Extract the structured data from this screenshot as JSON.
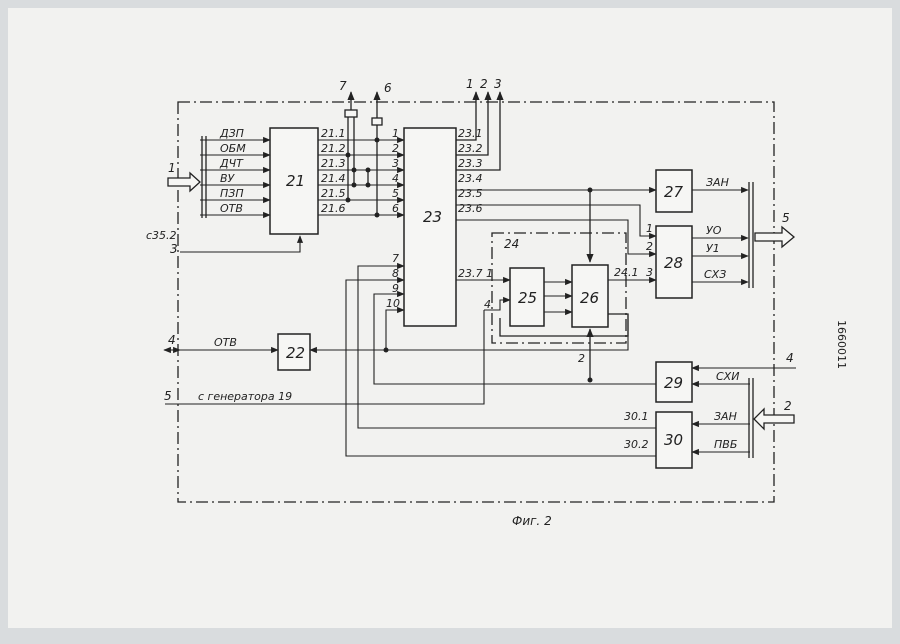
{
  "figure": {
    "caption": "Фиг. 2",
    "patent_number": "1660011"
  },
  "blocks": {
    "b21": "21",
    "b22": "22",
    "b23": "23",
    "b24": "24",
    "b25": "25",
    "b26": "26",
    "b27": "27",
    "b28": "28",
    "b29": "29",
    "b30": "30"
  },
  "block21_inputs": [
    "ДЗП",
    "ОБМ",
    "ДЧТ",
    "ВУ",
    "ПЗП",
    "ОТВ"
  ],
  "block21_outputs": [
    "21.1",
    "21.2",
    "21.3",
    "21.4",
    "21.5",
    "21.6"
  ],
  "block23_inputs": [
    "1",
    "2",
    "3",
    "4",
    "5",
    "6",
    "7",
    "8",
    "9",
    "10"
  ],
  "block23_outputs": [
    "23.1",
    "23.2",
    "23.3",
    "23.4",
    "23.5",
    "23.6",
    "23.7"
  ],
  "top_outputs": {
    "t7": "7",
    "t6": "6",
    "t1": "1",
    "t2": "2",
    "t3": "3"
  },
  "left_side": {
    "in1": "1",
    "c352": "с35.2",
    "in3": "3",
    "in4": "4",
    "otv": "ОТВ",
    "in5": "5",
    "generator": "с генератора 19"
  },
  "block24_labels": {
    "in1": "1",
    "in4": "4",
    "out": "24.1",
    "in2": "2"
  },
  "block27_out": "ЗАН",
  "block28": {
    "in1": "1",
    "in2": "2",
    "in3": "3",
    "out_uo": "УО",
    "out_u1": "У1",
    "out_skhz": "СХЗ"
  },
  "right_side": {
    "out5": "5",
    "in4": "4",
    "in2": "2"
  },
  "block29_in": "СХИ",
  "block30": {
    "in_zan": "ЗАН",
    "in_pvb": "ПВБ",
    "out1": "30.1",
    "out2": "30.2"
  }
}
